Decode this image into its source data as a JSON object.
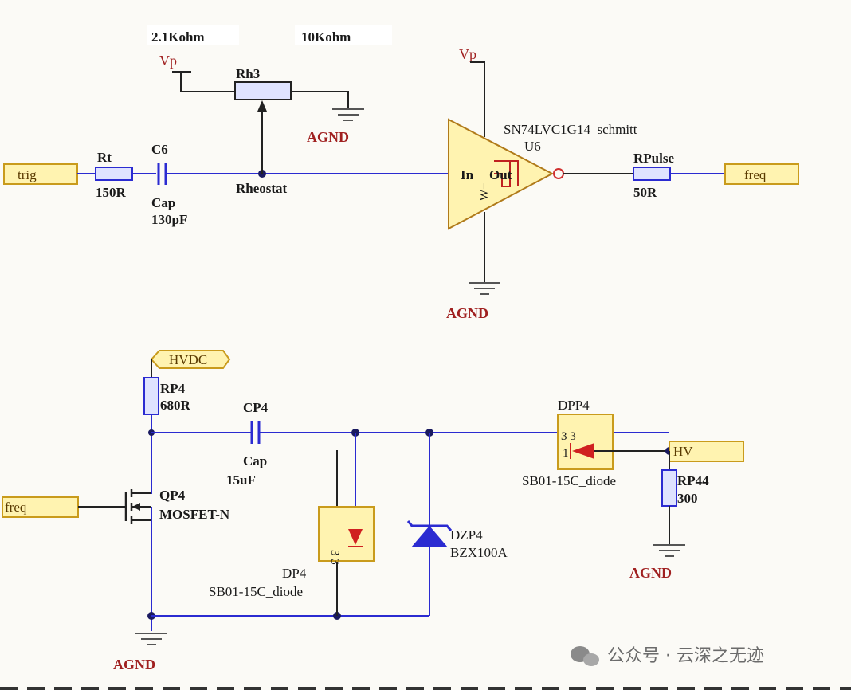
{
  "top_values": {
    "left": "2.1Kohm",
    "right": "10Kohm"
  },
  "top_circuit": {
    "vp_left": "Vp",
    "vp_right": "Vp",
    "rh3": {
      "ref": "Rh3",
      "name": "Rheostat"
    },
    "agnd_rh3": "AGND",
    "agnd_u6": "AGND",
    "port_trig": "trig",
    "port_freq_out": "freq",
    "rt": {
      "ref": "Rt",
      "value": "150R"
    },
    "c6": {
      "ref": "C6",
      "type": "Cap",
      "value": "130pF"
    },
    "u6": {
      "part": "SN74LVC1G14_schmitt",
      "ref": "U6",
      "pin_in": "In",
      "pin_out": "Out",
      "pin_w": "W+"
    },
    "rpulse": {
      "ref": "RPulse",
      "value": "50R"
    }
  },
  "bottom_circuit": {
    "port_hvdc": "HVDC",
    "port_freq_in": "freq",
    "port_hv": "HV",
    "rp4": {
      "ref": "RP4",
      "value": "680R"
    },
    "cp4": {
      "ref": "CP4",
      "type": "Cap",
      "value": "15uF"
    },
    "qp4": {
      "ref": "QP4",
      "type": "MOSFET-N"
    },
    "dp4": {
      "ref": "DP4",
      "part": "SB01-15C_diode",
      "pins": "3 3"
    },
    "dzp4": {
      "ref": "DZP4",
      "part": "BZX100A"
    },
    "dpp4": {
      "ref": "DPP4",
      "part": "SB01-15C_diode",
      "pin_a": "3 3",
      "pin_b": "1"
    },
    "rp44": {
      "ref": "RP44",
      "value": "300"
    },
    "agnd_rp44": "AGND",
    "agnd_qp4": "AGND"
  },
  "watermark": "公众号 · 云深之无迹",
  "colors": {
    "wire_blue": "#2b2bd1",
    "wire_black": "#222222",
    "part_yellow": "#fff3b0",
    "part_border": "#c99b1c",
    "ground_red": "#a02020",
    "background": "#fbfaf6"
  }
}
